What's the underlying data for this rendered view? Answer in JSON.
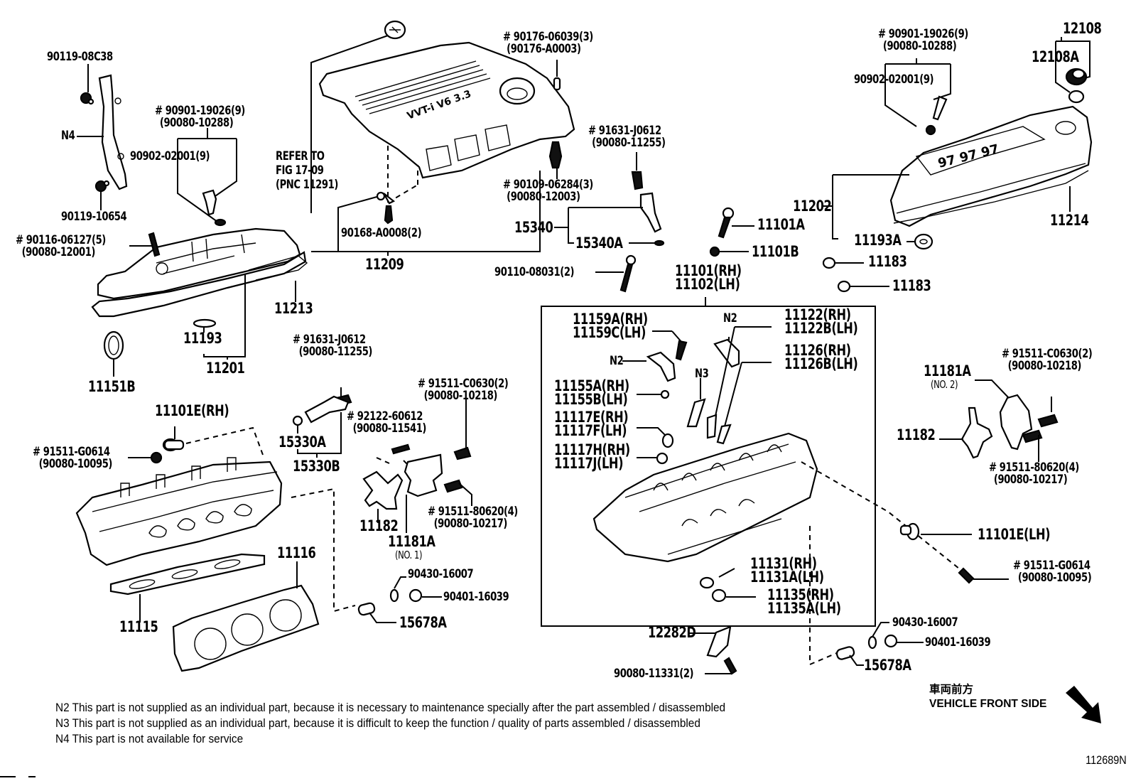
{
  "diagram": {
    "figure_number": "112689N",
    "front_side": {
      "jp": "車両前方",
      "en": "VEHICLE FRONT SIDE"
    },
    "notes": [
      "N2 This part is not supplied as an individual part, because it is necessary to maintenance specially after the part assembled / disassembled",
      "N3 This part is not supplied as an individual part, because it is difficult to keep the function / quality of parts  assembled / disassembled",
      "N4 This part is not available for service"
    ],
    "cover_text": "VVT-i V6 3.3",
    "head_cover_text": "97 97 97",
    "labels": {
      "p90119_08C38": "90119-08C38",
      "pN4": "N4",
      "p90119_10654": "90119-10654",
      "p90901_L1": "# 90901-19026(9)",
      "p90901_L2": "(90080-10288)",
      "p90902_left": "90902-02001(9)",
      "p90116_L1": "# 90116-06127(5)",
      "p90116_L2": "(90080-12001)",
      "p11213": "11213",
      "p11193": "11193",
      "p11201": "11201",
      "p11151B": "11151B",
      "refer_1": "REFER TO",
      "refer_2": "FIG 17-09",
      "refer_3": "(PNC 11291)",
      "p90168": "90168-A0008(2)",
      "p11209": "11209",
      "p90176_L1": "# 90176-06039(3)",
      "p90176_L2": "(90176-A0003)",
      "p91631_top_L1": "# 91631-J0612",
      "p91631_top_L2": "(90080-11255)",
      "p90109_L1": "# 90109-06284(3)",
      "p90109_L2": "(90080-12003)",
      "p15340": "15340",
      "p15340A": "15340A",
      "p90110": "90110-08031(2)",
      "p11101A": "11101A",
      "p11101B": "11101B",
      "p11101_RH": "11101(RH)",
      "p11102_LH": "11102(LH)",
      "p90901_right_L1": "# 90901-19026(9)",
      "p90901_right_L2": "(90080-10288)",
      "p90902_right": "90902-02001(9)",
      "p12108": "12108",
      "p12108A": "12108A",
      "p11202": "11202",
      "p11214": "11214",
      "p11193A": "11193A",
      "p11183_a": "11183",
      "p11183_b": "11183",
      "p11159A": "11159A(RH)",
      "p11159C": "11159C(LH)",
      "pN2_a": "N2",
      "pN2_b": "N2",
      "pN3": "N3",
      "p11122": "11122(RH)",
      "p11122B": "11122B(LH)",
      "p11126": "11126(RH)",
      "p11126B": "11126B(LH)",
      "p11155A": "11155A(RH)",
      "p11155B": "11155B(LH)",
      "p11117E": "11117E(RH)",
      "p11117F": "11117F(LH)",
      "p11117H": "11117H(RH)",
      "p11117J": "11117J(LH)",
      "p11131": "11131(RH)",
      "p11131A": "11131A(LH)",
      "p11135": "11135(RH)",
      "p11135A": "11135A(LH)",
      "p91631_mid_L1": "# 91631-J0612",
      "p91631_mid_L2": "(90080-11255)",
      "p11101E_RH": "11101E(RH)",
      "p91511G_left_L1": "# 91511-G0614",
      "p91511G_left_L2": "(90080-10095)",
      "p15330A": "15330A",
      "p15330B": "15330B",
      "p92122_L1": "# 92122-60612",
      "p92122_L2": "(90080-11541)",
      "p91511C_left_L1": "# 91511-C0630(2)",
      "p91511C_left_L2": "(90080-10218)",
      "p91511_8_left_L1": "# 91511-80620(4)",
      "p91511_8_left_L2": "(90080-10217)",
      "p11182_left": "11182",
      "p11181A_no1": "11181A",
      "p11181A_no1_sub": "(NO. 1)",
      "p11116": "11116",
      "p11115": "11115",
      "p90430_left": "90430-16007",
      "p90401_left": "90401-16039",
      "p15678A_left": "15678A",
      "p11181A_no2": "11181A",
      "p11181A_no2_sub": "(NO. 2)",
      "p91511C_right_L1": "# 91511-C0630(2)",
      "p91511C_right_L2": "(90080-10218)",
      "p11182_right": "11182",
      "p91511_8_right_L1": "# 91511-80620(4)",
      "p91511_8_right_L2": "(90080-10217)",
      "p11101E_LH": "11101E(LH)",
      "p91511G_right_L1": "# 91511-G0614",
      "p91511G_right_L2": "(90080-10095)",
      "p12282D": "12282D",
      "p90080_11331": "90080-11331(2)",
      "p90430_right": "90430-16007",
      "p90401_right": "90401-16039",
      "p15678A_right": "15678A"
    }
  }
}
